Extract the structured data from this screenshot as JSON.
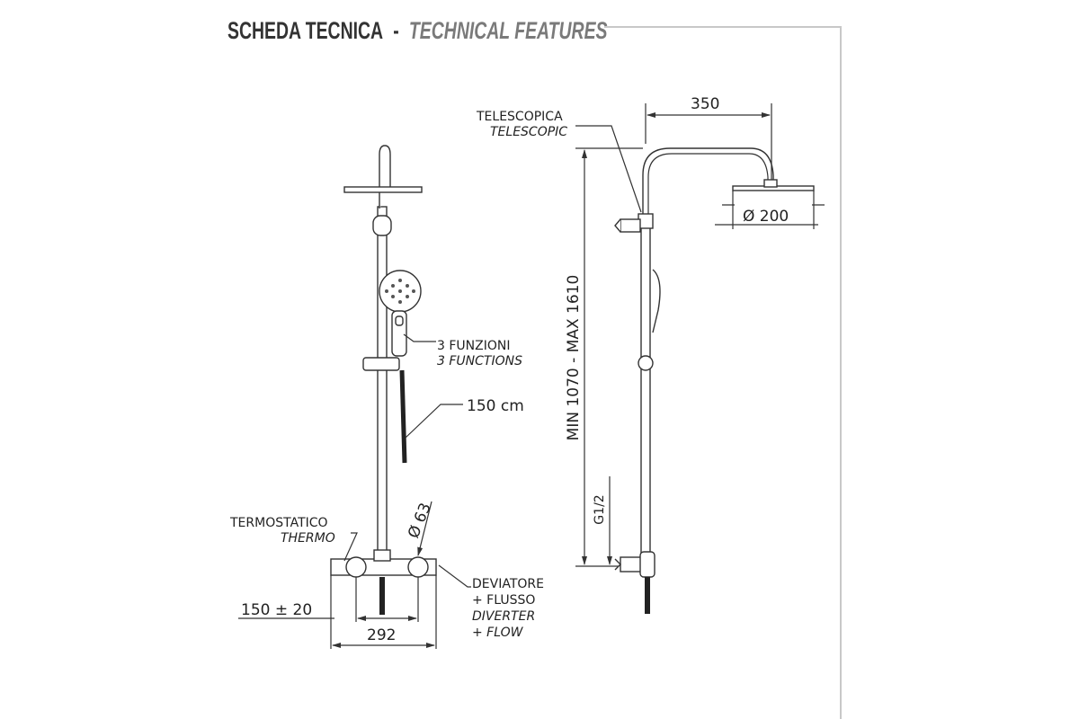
{
  "header": {
    "title_it": "SCHEDA TECNICA",
    "separator": "-",
    "title_en": "TECHNICAL FEATURES"
  },
  "front_view": {
    "hand_shower_it": "3 FUNZIONI",
    "hand_shower_en": "3 FUNCTIONS",
    "hose_length": "150 cm",
    "knob_diameter": "Ø 63",
    "thermostat_it": "TERMOSTATICO",
    "thermostat_en": "THERMO",
    "diverter_it_1": "DEVIATORE",
    "diverter_it_2": "+ FLUSSO",
    "diverter_en_1": "DIVERTER",
    "diverter_en_2": "+ FLOW",
    "inlet_distance": "150 ± 20",
    "mixer_width": "292"
  },
  "side_view": {
    "arm_length": "350",
    "telescopic_it": "TELESCOPICA",
    "telescopic_en": "TELESCOPIC",
    "head_diameter": "Ø 200",
    "height_range": "MIN 1070 - MAX 1610",
    "connection": "G1/2"
  },
  "colors": {
    "title_dark": "#333333",
    "title_light": "#7a7a7a",
    "frame": "#c8c8c8"
  }
}
